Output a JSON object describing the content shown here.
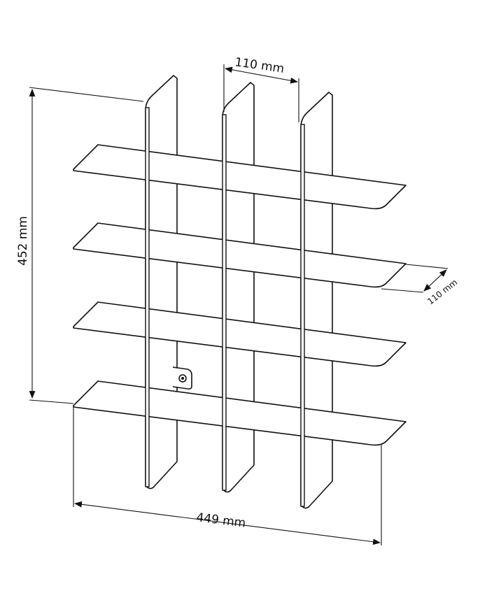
{
  "dimensions": {
    "panel_spacing": "110 mm",
    "height": "452 mm",
    "depth": "110 mm",
    "width": "449 mm"
  },
  "colors": {
    "line": "#111111",
    "background": "#ffffff"
  }
}
